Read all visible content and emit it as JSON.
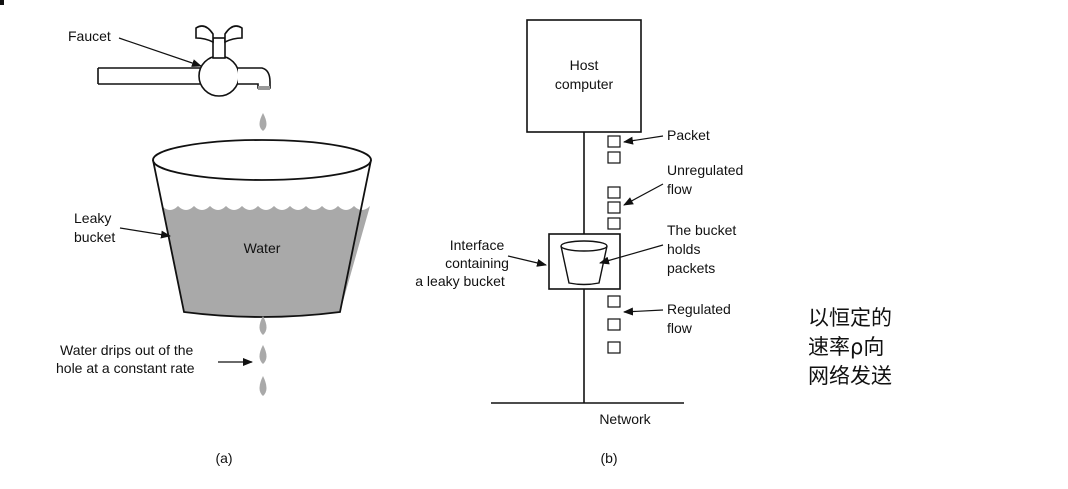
{
  "panel_a": {
    "faucet_label": "Faucet",
    "bucket_label": [
      "Leaky",
      "bucket"
    ],
    "water_label": "Water",
    "drip_label": [
      "Water drips out of the",
      "hole at a constant rate"
    ],
    "caption": "(a)"
  },
  "panel_b": {
    "host_label": [
      "Host",
      "computer"
    ],
    "packet_label": "Packet",
    "unregulated_label": [
      "Unregulated",
      "flow"
    ],
    "bucket_holds_label": [
      "The bucket",
      "holds",
      "packets"
    ],
    "interface_label": [
      "Interface",
      "containing",
      "a leaky bucket"
    ],
    "regulated_label": [
      "Regulated",
      "flow"
    ],
    "network_label": "Network",
    "caption": "(b)"
  },
  "note": [
    "以恒定的",
    "速率ρ向",
    "网络发送"
  ],
  "colors": {
    "water": "#a9a9a9",
    "drop": "#a9a9a9",
    "line": "#111111"
  }
}
